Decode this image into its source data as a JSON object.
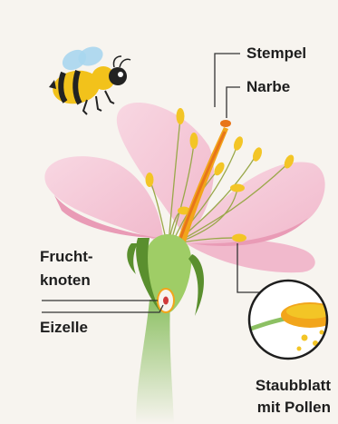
{
  "labels": {
    "stempel": "Stempel",
    "narbe": "Narbe",
    "fruchtknoten_line1": "Frucht-",
    "fruchtknoten_line2": "knoten",
    "eizelle": "Eizelle",
    "staubblatt_line1": "Staubblatt",
    "staubblatt_line2": "mit Pollen"
  },
  "colors": {
    "background": "#f7f4ef",
    "petal": "#f4c6d6",
    "petal_edge": "#e99bb6",
    "stem": "#8cc063",
    "sepal": "#5a8f2e",
    "ovary": "#9fcd66",
    "pistil": "#f2a51b",
    "stigma": "#e8751a",
    "anther": "#f3c526",
    "filament": "#9aa84a",
    "leader_line": "#333333",
    "bee_yellow": "#f2c21b",
    "bee_black": "#222222",
    "wing": "#a9d6ee"
  },
  "icons": [
    "bee-icon",
    "pollen-magnifier-icon"
  ]
}
